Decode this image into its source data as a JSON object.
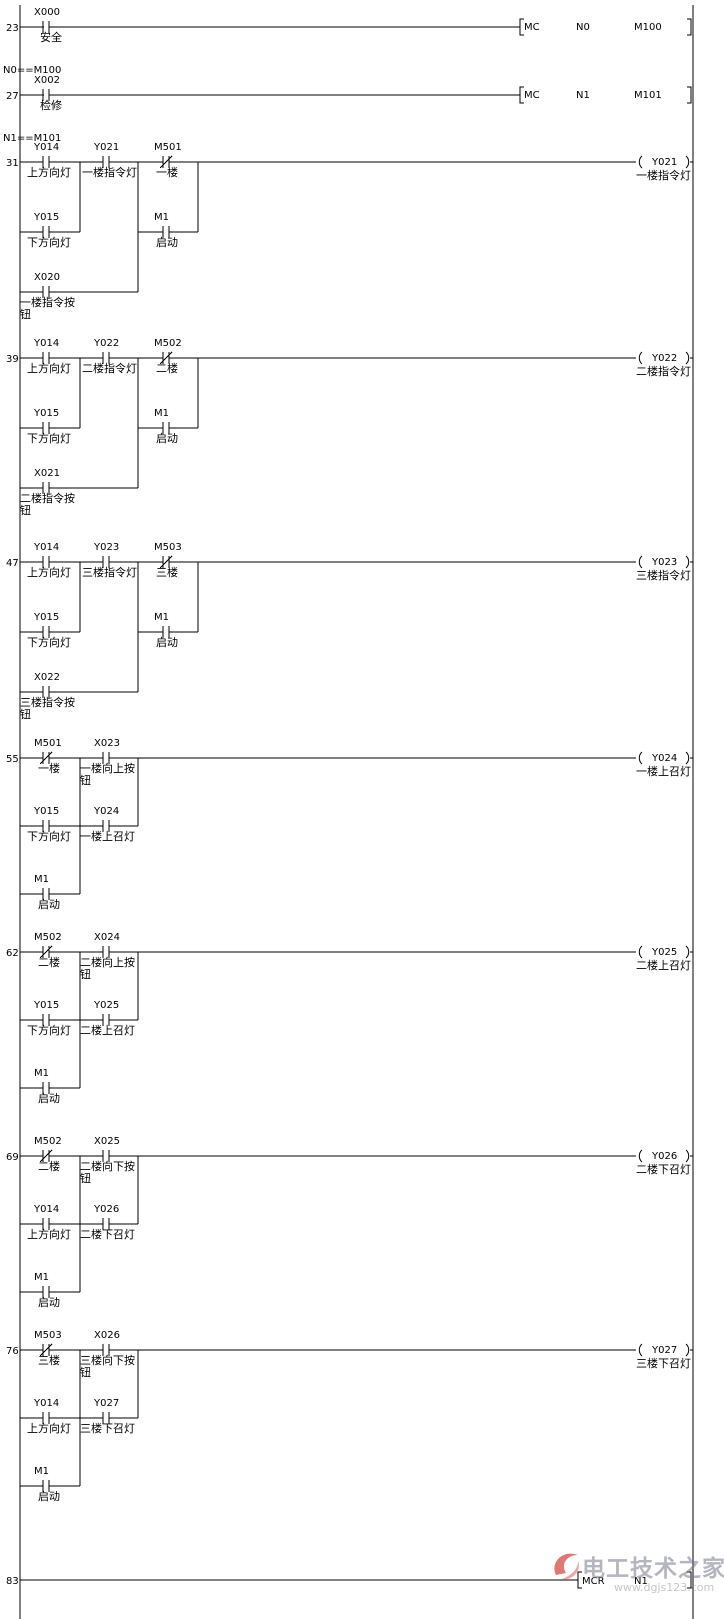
{
  "diagram": {
    "type": "ladder",
    "colors": {
      "ink": "#000000",
      "background": "#ffffff",
      "watermark_red": "#d0403a"
    },
    "watermark": {
      "text": "电工技术之家",
      "url": "www.dgjs123.com"
    },
    "rungs": [
      {
        "step": "23",
        "contacts": [
          {
            "addr": "X000",
            "label": "安全",
            "kind": "no"
          }
        ],
        "instr": {
          "op": "MC",
          "args": [
            "N0",
            "M100"
          ]
        },
        "after": "N0==M100"
      },
      {
        "step": "27",
        "contacts": [
          {
            "addr": "X002",
            "label": "检修",
            "kind": "no"
          }
        ],
        "instr": {
          "op": "MC",
          "args": [
            "N1",
            "M101"
          ]
        },
        "after": "N1==M101"
      },
      {
        "step": "31",
        "contacts": [
          {
            "addr": "Y014",
            "label": "上方向灯",
            "kind": "no"
          },
          {
            "addr": "Y021",
            "label": "一楼指令灯",
            "kind": "no"
          },
          {
            "addr": "M501",
            "label": "一楼",
            "kind": "nc"
          },
          {
            "addr": "Y015",
            "label": "下方向灯",
            "kind": "no"
          },
          {
            "addr": "M1",
            "label": "启动",
            "kind": "no"
          },
          {
            "addr": "X020",
            "label": "一楼指令按",
            "label2": "钮",
            "kind": "no"
          }
        ],
        "coil": {
          "addr": "Y021",
          "label": "一楼指令灯"
        }
      },
      {
        "step": "39",
        "contacts": [
          {
            "addr": "Y014",
            "label": "上方向灯",
            "kind": "no"
          },
          {
            "addr": "Y022",
            "label": "二楼指令灯",
            "kind": "no"
          },
          {
            "addr": "M502",
            "label": "二楼",
            "kind": "nc"
          },
          {
            "addr": "Y015",
            "label": "下方向灯",
            "kind": "no"
          },
          {
            "addr": "M1",
            "label": "启动",
            "kind": "no"
          },
          {
            "addr": "X021",
            "label": "二楼指令按",
            "label2": "钮",
            "kind": "no"
          }
        ],
        "coil": {
          "addr": "Y022",
          "label": "二楼指令灯"
        }
      },
      {
        "step": "47",
        "contacts": [
          {
            "addr": "Y014",
            "label": "上方向灯",
            "kind": "no"
          },
          {
            "addr": "Y023",
            "label": "三楼指令灯",
            "kind": "no"
          },
          {
            "addr": "M503",
            "label": "三楼",
            "kind": "nc"
          },
          {
            "addr": "Y015",
            "label": "下方向灯",
            "kind": "no"
          },
          {
            "addr": "M1",
            "label": "启动",
            "kind": "no"
          },
          {
            "addr": "X022",
            "label": "三楼指令按",
            "label2": "钮",
            "kind": "no"
          }
        ],
        "coil": {
          "addr": "Y023",
          "label": "三楼指令灯"
        }
      },
      {
        "step": "55",
        "contacts": [
          {
            "addr": "M501",
            "label": "一楼",
            "kind": "nc"
          },
          {
            "addr": "X023",
            "label": "一楼向上按",
            "label2": "钮",
            "kind": "no"
          },
          {
            "addr": "Y015",
            "label": "下方向灯",
            "kind": "no"
          },
          {
            "addr": "Y024",
            "label": "一楼上召灯",
            "kind": "no"
          },
          {
            "addr": "M1",
            "label": "启动",
            "kind": "no"
          }
        ],
        "coil": {
          "addr": "Y024",
          "label": "一楼上召灯"
        }
      },
      {
        "step": "62",
        "contacts": [
          {
            "addr": "M502",
            "label": "二楼",
            "kind": "nc"
          },
          {
            "addr": "X024",
            "label": "二楼向上按",
            "label2": "钮",
            "kind": "no"
          },
          {
            "addr": "Y015",
            "label": "下方向灯",
            "kind": "no"
          },
          {
            "addr": "Y025",
            "label": "二楼上召灯",
            "kind": "no"
          },
          {
            "addr": "M1",
            "label": "启动",
            "kind": "no"
          }
        ],
        "coil": {
          "addr": "Y025",
          "label": "二楼上召灯"
        }
      },
      {
        "step": "69",
        "contacts": [
          {
            "addr": "M502",
            "label": "二楼",
            "kind": "nc"
          },
          {
            "addr": "X025",
            "label": "二楼向下按",
            "label2": "钮",
            "kind": "no"
          },
          {
            "addr": "Y014",
            "label": "上方向灯",
            "kind": "no"
          },
          {
            "addr": "Y026",
            "label": "二楼下召灯",
            "kind": "no"
          },
          {
            "addr": "M1",
            "label": "启动",
            "kind": "no"
          }
        ],
        "coil": {
          "addr": "Y026",
          "label": "二楼下召灯"
        }
      },
      {
        "step": "76",
        "contacts": [
          {
            "addr": "M503",
            "label": "三楼",
            "kind": "nc"
          },
          {
            "addr": "X026",
            "label": "三楼向下按",
            "label2": "钮",
            "kind": "no"
          },
          {
            "addr": "Y014",
            "label": "上方向灯",
            "kind": "no"
          },
          {
            "addr": "Y027",
            "label": "三楼下召灯",
            "kind": "no"
          },
          {
            "addr": "M1",
            "label": "启动",
            "kind": "no"
          }
        ],
        "coil": {
          "addr": "Y027",
          "label": "三楼下召灯"
        }
      },
      {
        "step": "83",
        "contacts": [],
        "instr": {
          "op": "MCR",
          "args": [
            "N1"
          ]
        }
      }
    ]
  }
}
